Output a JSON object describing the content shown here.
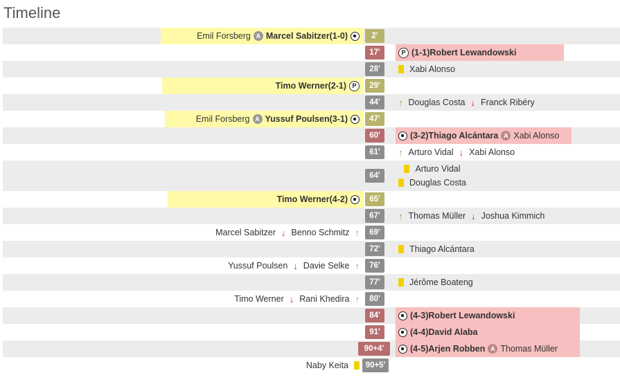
{
  "title": "Timeline",
  "rows": [
    {
      "minute": "2'",
      "home_assist": "Emil Forsberg",
      "home_scorer": "Marcel Sabitzer",
      "home_score": "(1-0)"
    },
    {
      "minute": "17'",
      "away_score": "(1-1)",
      "away_scorer": "Robert Lewandowski"
    },
    {
      "minute": "28'",
      "away_card": "Xabi Alonso"
    },
    {
      "minute": "29'",
      "home_scorer": "Timo Werner",
      "home_score": "(2-1)"
    },
    {
      "minute": "44'",
      "away_in": "Douglas Costa",
      "away_out": "Franck Ribéry"
    },
    {
      "minute": "47'",
      "home_assist": "Emil Forsberg",
      "home_scorer": "Yussuf Poulsen",
      "home_score": "(3-1)"
    },
    {
      "minute": "60'",
      "away_score": "(3-2)",
      "away_scorer": "Thiago Alcántara",
      "away_assist": "Xabi Alonso"
    },
    {
      "minute": "61'",
      "away_in": "Arturo Vidal",
      "away_out": "Xabi Alonso"
    },
    {
      "minute": "64'",
      "away_card1": "Arturo Vidal",
      "away_card2": "Douglas Costa"
    },
    {
      "minute": "65'",
      "home_scorer": "Timo Werner",
      "home_score": "(4-2)"
    },
    {
      "minute": "67'",
      "away_in": "Thomas Müller",
      "away_out": "Joshua Kimmich"
    },
    {
      "minute": "69'",
      "home_out": "Marcel Sabitzer",
      "home_in": "Benno Schmitz"
    },
    {
      "minute": "72'",
      "away_card": "Thiago Alcántara"
    },
    {
      "minute": "76'",
      "home_out": "Yussuf Poulsen",
      "home_in": "Davie Selke"
    },
    {
      "minute": "77'",
      "away_card": "Jérôme Boateng"
    },
    {
      "minute": "80'",
      "home_out": "Timo Werner",
      "home_in": "Rani Khedira"
    },
    {
      "minute": "84'",
      "away_score": "(4-3)",
      "away_scorer": "Robert Lewandowski"
    },
    {
      "minute": "91'",
      "away_score": "(4-4)",
      "away_scorer": "David Alaba"
    },
    {
      "minute": "90+4'",
      "away_score": "(4-5)",
      "away_scorer": "Arjen Robben",
      "away_assist": "Thomas Müller"
    },
    {
      "minute": "90+5'",
      "home_card": "Naby Keita"
    }
  ],
  "icons": {
    "goal": "soccer-ball-icon",
    "assist": "assist-icon",
    "penalty": "penalty-icon",
    "yellow": "yellow-card-icon",
    "in": "sub-in-arrow-icon",
    "out": "sub-out-arrow-icon",
    "assist_letter": "A",
    "penalty_letter": "P"
  },
  "colors": {
    "home_highlight": "#fffaa8",
    "away_highlight": "#f7bfbf",
    "home_minute": "#b8b36a",
    "away_minute": "#b76d6d",
    "neutral_minute": "#8d8d8d"
  }
}
